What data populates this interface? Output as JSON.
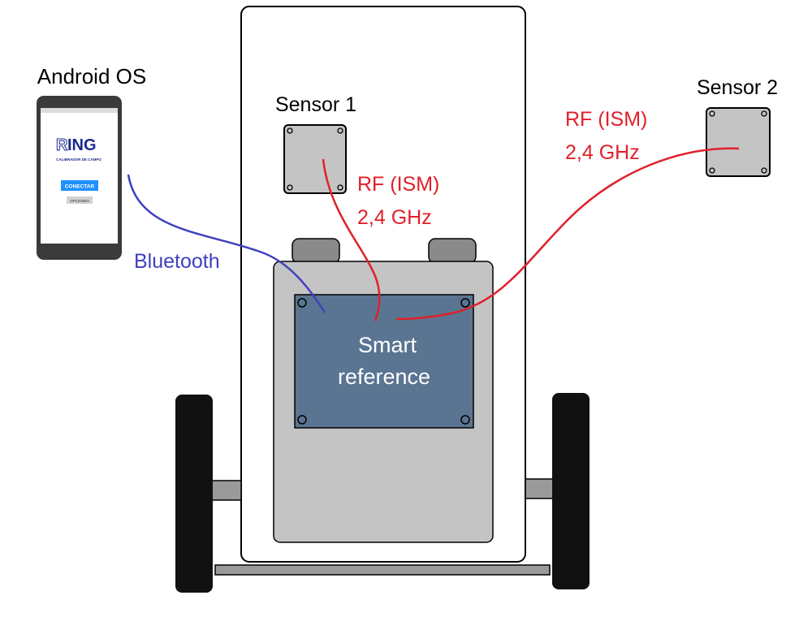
{
  "labels": {
    "android": "Android OS",
    "sensor1": "Sensor 1",
    "sensor2": "Sensor 2",
    "rf1_line1": "RF (ISM)",
    "rf1_line2": "2,4 GHz",
    "rf2_line1": "RF (ISM)",
    "rf2_line2": "2,4 GHz",
    "bluetooth": "Bluetooth",
    "smart_line1": "Smart",
    "smart_line2": "reference"
  },
  "phone": {
    "logo_r": "R",
    "logo_ing": "ING",
    "subtitle": "CALIBRADOR DE CAMPO",
    "connect_button": "CONECTAR",
    "options_button": "OPCIONES"
  },
  "colors": {
    "rf_link": "#e0202a",
    "bluetooth_link": "#4040c0",
    "smart_panel": "#5a7592",
    "enclosure": "#c4c4c4",
    "sensor_box": "#c4c4c4",
    "wheel": "#111111"
  }
}
